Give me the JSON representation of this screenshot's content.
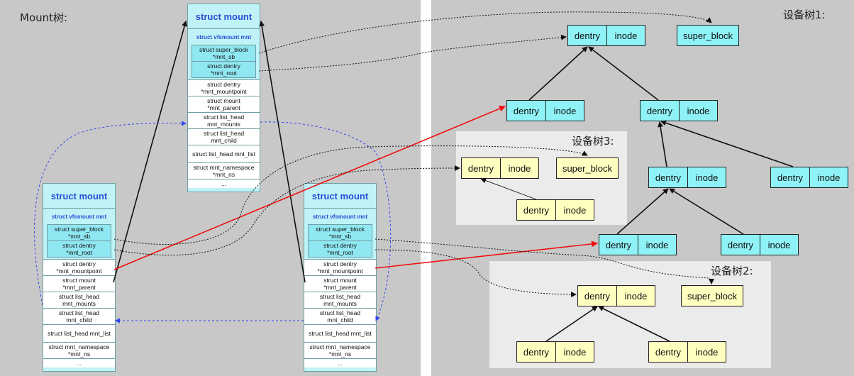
{
  "mount_tree": {
    "title": "Mount树:",
    "struct_header": "struct mount",
    "vfsmount_label": "struct vfsmount mnt",
    "inner_fields": [
      "struct super_block\n*mnt_sb",
      "struct dentry\n*mnt_root"
    ],
    "fields": [
      "struct dentry\n*mnt_mountpoint",
      "struct mount\n*mnt_parent",
      "struct list_head\nmnt_mounts",
      "struct list_head\nmnt_child",
      "struct list_head mnt_list",
      "struct mnt_namespace\n*mnt_ns",
      "..."
    ]
  },
  "device_tree_1": {
    "title": "设备树1:",
    "dentry_label": "dentry",
    "inode_label": "inode",
    "super_block_label": "super_block"
  },
  "device_tree_2": {
    "title": "设备树2:",
    "dentry_label": "dentry",
    "inode_label": "inode",
    "super_block_label": "super_block"
  },
  "device_tree_3": {
    "title": "设备树3:",
    "dentry_label": "dentry",
    "inode_label": "inode",
    "super_block_label": "super_block"
  },
  "colors": {
    "panel": "#c8c8c8",
    "subpanel": "#ebebeb",
    "struct_bg": "#bff3f7",
    "cyan_node": "#8ff2f6",
    "yellow_node": "#ffffc0",
    "header_text": "#2a4dd6",
    "red_arrow": "#ee1111",
    "blue_arrow": "#3344ee"
  }
}
